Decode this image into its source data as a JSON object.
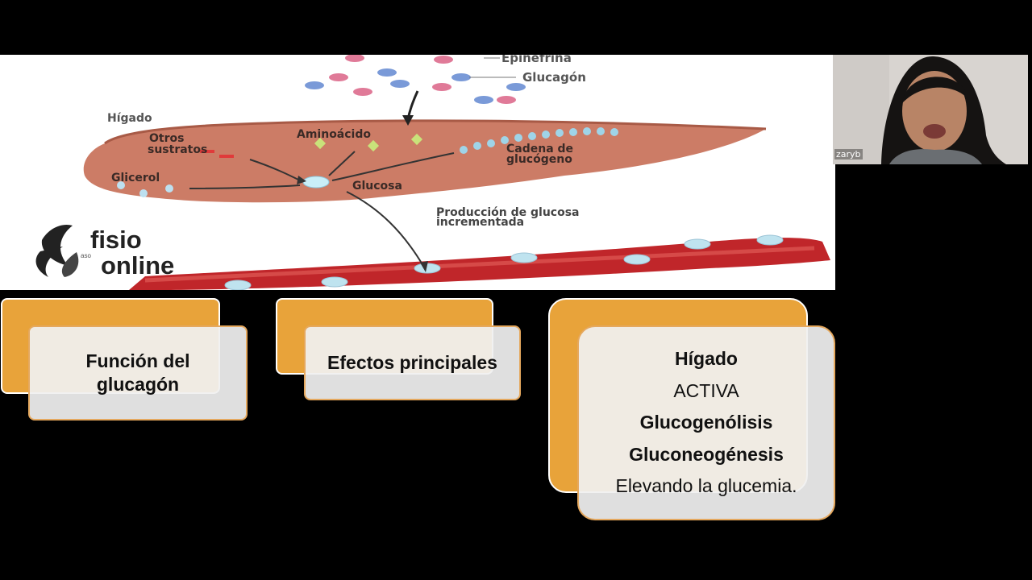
{
  "slide": {
    "diagram": {
      "labels": {
        "epinefrina": "Epinefrina",
        "glucagon": "Glucagón",
        "higado": "Hígado",
        "otros_sustratos": [
          "Otros",
          "sustratos"
        ],
        "aminoacido": "Aminoácido",
        "cadena": [
          "Cadena de",
          "glucógeno"
        ],
        "glicerol": "Glicerol",
        "glucosa": "Glucosa",
        "produccion": [
          "Producción de glucosa",
          "incrementada"
        ]
      },
      "logo": {
        "line1": "fisio",
        "line2": "online",
        "small": "aso"
      }
    },
    "cards": [
      {
        "title": "Función del glucagón"
      },
      {
        "title": "Efectos principales"
      },
      {
        "lines": [
          "Hígado",
          "ACTIVA",
          "Glucogenólisis",
          "Gluconeogénesis",
          "Elevando la glucemia."
        ]
      }
    ]
  },
  "participant": {
    "name": "zaryb"
  },
  "colors": {
    "accent": "#e8a33a",
    "liver": "#c8705a",
    "vessel": "#c0262a"
  }
}
